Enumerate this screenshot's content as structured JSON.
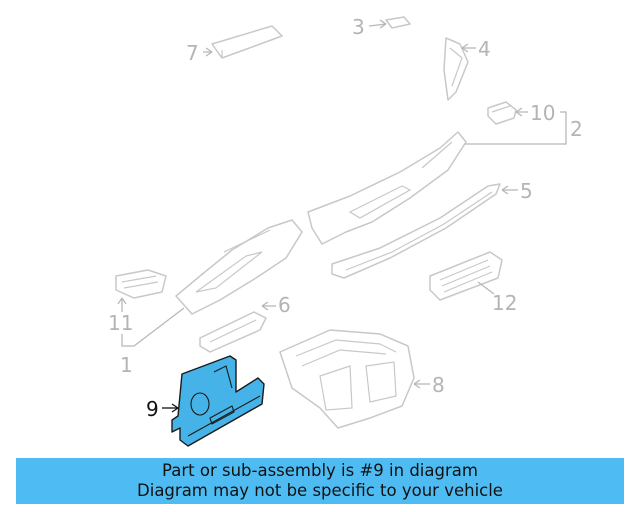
{
  "diagram": {
    "highlight_color": "#45b3e8",
    "callouts": {
      "c1": "1",
      "c2": "2",
      "c3": "3",
      "c4": "4",
      "c5": "5",
      "c6": "6",
      "c7": "7",
      "c8": "8",
      "c9": "9",
      "c10": "10",
      "c11": "11",
      "c12": "12"
    }
  },
  "banner": {
    "line1": "Part or sub-assembly is #9 in diagram",
    "line2": "Diagram may not be specific to your vehicle"
  }
}
